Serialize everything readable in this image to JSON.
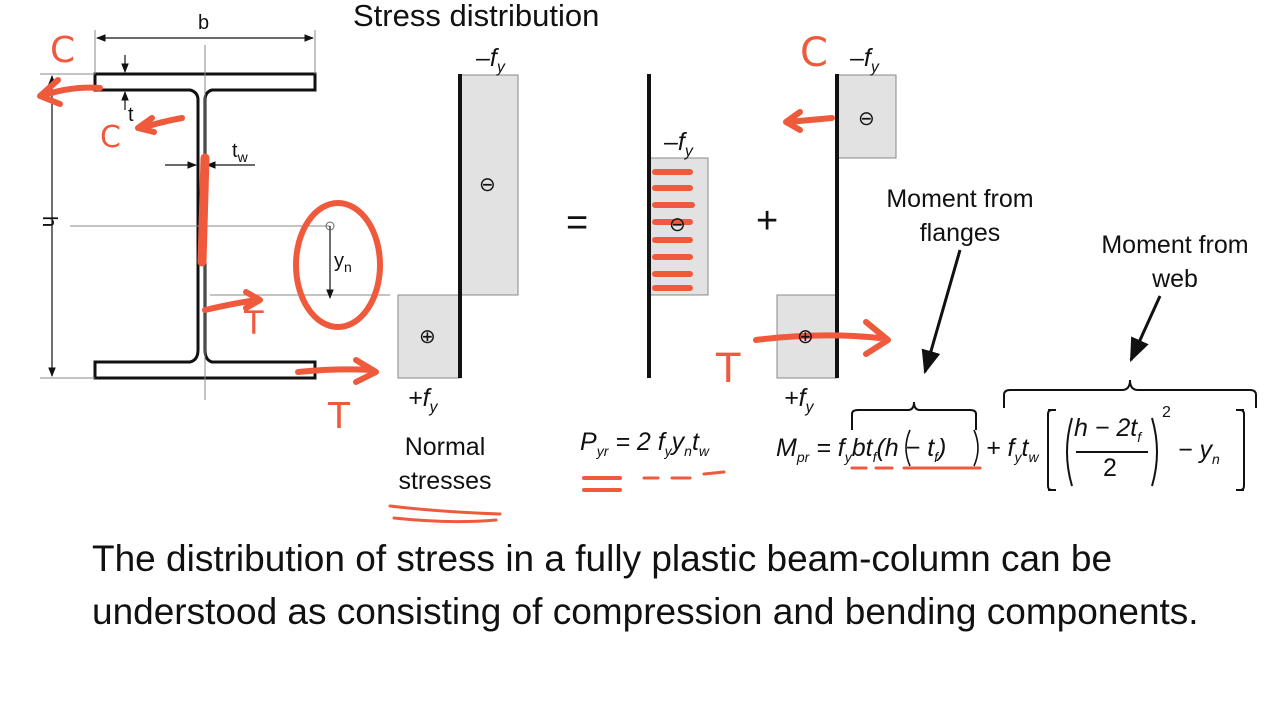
{
  "title": "Stress distribution",
  "section_labels": {
    "b": "b",
    "h": "h",
    "tf": "t",
    "tw": "t",
    "tw_sub": "w",
    "yn": "y",
    "yn_sub": "n"
  },
  "stress_labels": {
    "neg_fy": "–f",
    "pos_fy": "+f",
    "fy_sub": "y",
    "minus": "⊖",
    "plus": "⊕"
  },
  "operators": {
    "equals": "=",
    "plus": "+"
  },
  "caption_normal": {
    "line1": "Normal",
    "line2": "stresses"
  },
  "caption_flanges": {
    "line1": "Moment from",
    "line2": "flanges"
  },
  "caption_web": {
    "line1": "Moment from",
    "line2": "web"
  },
  "eq_p": {
    "lhs": "P",
    "lhs_sub": "yr",
    "rhs": "= 2 f",
    "rest": "y",
    "yn": "y",
    "n": "n",
    "t": "t",
    "w": "w"
  },
  "eq_m": {
    "lhs": "M",
    "lhs_sub": "pr",
    "part1": "= f",
    "part1b": "bt",
    "part1c": "(h − t",
    "part1d": ")",
    "plus": "+ f",
    "tw": "t",
    "frac_num": "h − 2t",
    "frac_den": "2",
    "sq": "2",
    "minus_y": "− y",
    "n": "n"
  },
  "annot": {
    "C": "C",
    "T": "T"
  },
  "body": "The distribution of stress in a fully plastic beam-column can be understood as consisting of compression and bending components.",
  "colors": {
    "ink": "#111111",
    "fill": "#e2e2e2",
    "annotation": "#f05a3c"
  }
}
